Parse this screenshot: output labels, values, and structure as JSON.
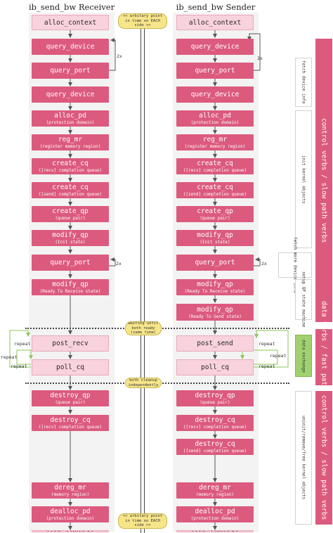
{
  "titles": {
    "receiver": "ib_send_bw Receiver",
    "sender": "ib_send_bw Sender"
  },
  "receiver": {
    "alloc_context": "alloc_context",
    "query_device": "query_device",
    "query_port": "query_port",
    "query_device2": "query_device",
    "alloc_pd": "alloc_pd",
    "alloc_pd_sub": "(protection domain)",
    "reg_mr": "reg_mr",
    "reg_mr_sub": "(register memory region)",
    "create_cq1": "create_cq",
    "create_cq1_sub": "([recv] completion queue)",
    "create_cq2": "create_cq",
    "create_cq2_sub": "([send] completion queue)",
    "create_qp": "create_qp",
    "create_qp_sub": "(queue pair)",
    "modify_qp1": "modify_qp",
    "modify_qp1_sub": "(Init state)",
    "query_port2": "query_port",
    "modify_qp2": "modify_qp",
    "modify_qp2_sub": "(Ready To Receive state)",
    "post": "post_recv",
    "poll_cq": "poll_cq",
    "destroy_qp": "destroy_qp",
    "destroy_qp_sub": "(queue pair)",
    "destroy_cq": "destroy_cq",
    "destroy_cq_sub": "([recv] completion queue)",
    "dereg_mr": "dereg_mr",
    "dereg_mr_sub": "(memory region)",
    "dealloc_pd": "dealloc_pd",
    "dealloc_pd_sub": "(protection domain)",
    "free_context": "free_context"
  },
  "sender": {
    "alloc_context": "alloc_context",
    "query_device": "query_device",
    "query_port": "query_port",
    "query_device2": "query_device",
    "alloc_pd": "alloc_pd",
    "alloc_pd_sub": "(protection domain)",
    "reg_mr": "reg_mr",
    "reg_mr_sub": "(register memory region)",
    "create_cq1": "create_cq",
    "create_cq1_sub": "([recv] completion queue)",
    "create_cq2": "create_cq",
    "create_cq2_sub": "([send] completion queue)",
    "create_qp": "create_qp",
    "create_qp_sub": "(queue pair)",
    "modify_qp1": "modify_qp",
    "modify_qp1_sub": "(Init state)",
    "query_port2": "query_port",
    "modify_qp2": "modify_qp",
    "modify_qp2_sub": "(Ready To Receive state)",
    "modify_qp3": "modify_qp",
    "modify_qp3_sub": "(Ready To Send state)",
    "post": "post_send",
    "poll_cq": "poll_cq",
    "destroy_qp": "destroy_qp",
    "destroy_qp_sub": "(queue pair)",
    "destroy_cq1": "destroy_cq",
    "destroy_cq1_sub": "([recv] completion queue)",
    "destroy_cq2": "destroy_cq",
    "destroy_cq2_sub": "([send] completion queue)",
    "dereg_mr": "dereg_mr",
    "dereg_mr_sub": "(memory region)",
    "dealloc_pd": "dealloc_pd",
    "dealloc_pd_sub": "(protection domain)",
    "free_context": "free_context"
  },
  "notes": {
    "top": "<< arbitary point in time on EACH side >>",
    "ready": "waiting until both ready (same time)",
    "cleanup": "both cleanup independently",
    "bottom": "<< arbitary point in time on EACH side >>"
  },
  "loops": {
    "twice": "2x",
    "repeat": "repeat"
  },
  "side_labels": {
    "fetch_device_info": "fetch device info",
    "init_kernel_objects": "init kernel objects",
    "fetch_more_device_info": "fetch more device info",
    "setup_qp_state_machine": "setup QP state machine",
    "data_exchange": "data exchange",
    "uninit": "uninit/remove/free kernel objects"
  },
  "bars": {
    "control_slow": "control verbs / slow path verbs",
    "data_fast": "data verbs / fast path verbs",
    "control_slow2": "control verbs / slow path verbs"
  },
  "colors": {
    "verb": "#dc5a7e",
    "light": "#f8d2dc",
    "note": "#f7e58a",
    "loop": "#8cc65a",
    "green_label": "#9fd26f"
  }
}
